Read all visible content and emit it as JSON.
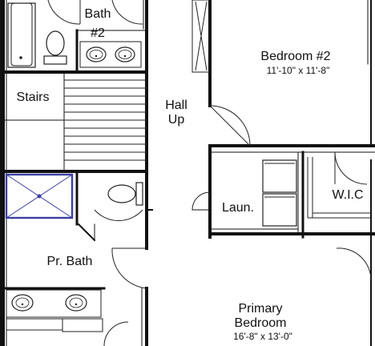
{
  "colors": {
    "wall": "#111111",
    "fixture": "#222222",
    "shower": "#3b3fa3",
    "background": "#ffffff"
  },
  "rooms": {
    "bath2": {
      "name_line1": "Bath",
      "name_line2": "#2"
    },
    "bedroom2": {
      "name": "Bedroom #2",
      "dimensions": "11'-10\" x 11'-8\""
    },
    "stairs": {
      "name": "Stairs"
    },
    "hall": {
      "name_line1": "Hall",
      "name_line2": "Up"
    },
    "laundry": {
      "name": "Laun."
    },
    "wic": {
      "name": "W.I.C"
    },
    "pr_bath": {
      "name": "Pr. Bath"
    },
    "primary_bedroom": {
      "name_line1": "Primary",
      "name_line2": "Bedroom",
      "dimensions": "16'-8\" x 13'-0\""
    }
  },
  "icons": [
    "bathtub-icon",
    "toilet-icon",
    "sink-icon",
    "shower-icon",
    "door-swing-icon",
    "stair-treads-icon",
    "closet-icon"
  ]
}
